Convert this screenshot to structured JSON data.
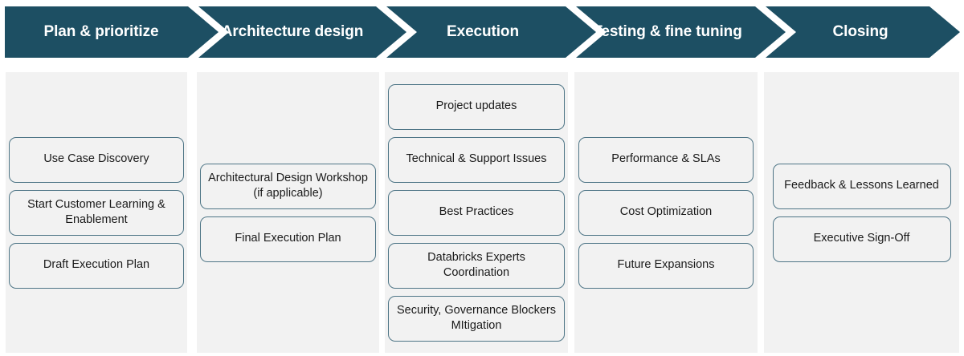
{
  "colors": {
    "banner_teal": "#1d4f63",
    "card_border": "#4e7586",
    "panel_background": "#f2f2f2",
    "banner_text": "#ffffff",
    "card_text": "#1a1a1a"
  },
  "banner": {
    "stages": [
      {
        "label": "Plan & prioritize"
      },
      {
        "label": "Architecture design"
      },
      {
        "label": "Execution"
      },
      {
        "label": "Testing & fine tuning"
      },
      {
        "label": "Closing"
      }
    ]
  },
  "columns": [
    {
      "stage": "Plan & prioritize",
      "cards": [
        {
          "label": "Use Case Discovery"
        },
        {
          "label": "Start Customer Learning & Enablement"
        },
        {
          "label": "Draft Execution Plan"
        }
      ]
    },
    {
      "stage": "Architecture design",
      "cards": [
        {
          "label": "Architectural Design Workshop (if applicable)"
        },
        {
          "label": "Final Execution Plan"
        }
      ]
    },
    {
      "stage": "Execution",
      "cards": [
        {
          "label": "Project updates"
        },
        {
          "label": "Technical & Support Issues"
        },
        {
          "label": "Best Practices"
        },
        {
          "label": "Databricks Experts Coordination"
        },
        {
          "label": "Security, Governance Blockers MItigation"
        }
      ]
    },
    {
      "stage": "Testing & fine tuning",
      "cards": [
        {
          "label": "Performance & SLAs"
        },
        {
          "label": "Cost Optimization"
        },
        {
          "label": "Future Expansions"
        }
      ]
    },
    {
      "stage": "Closing",
      "cards": [
        {
          "label": "Feedback & Lessons Learned"
        },
        {
          "label": "Executive Sign-Off"
        }
      ]
    }
  ]
}
